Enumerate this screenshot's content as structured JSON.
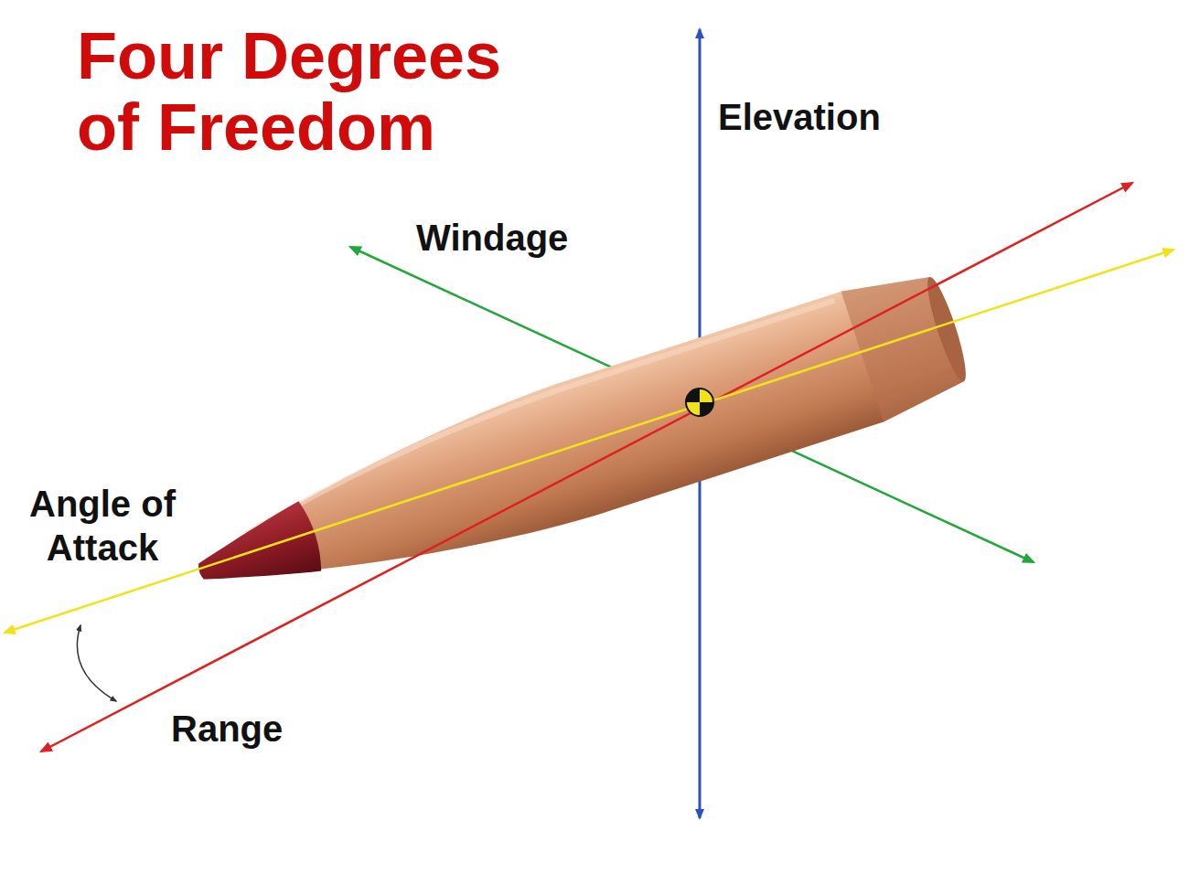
{
  "diagram": {
    "title": "Four Degrees of Freedom",
    "labels": [
      "Elevation",
      "Windage",
      "Angle of Attack",
      "Range"
    ]
  }
}
